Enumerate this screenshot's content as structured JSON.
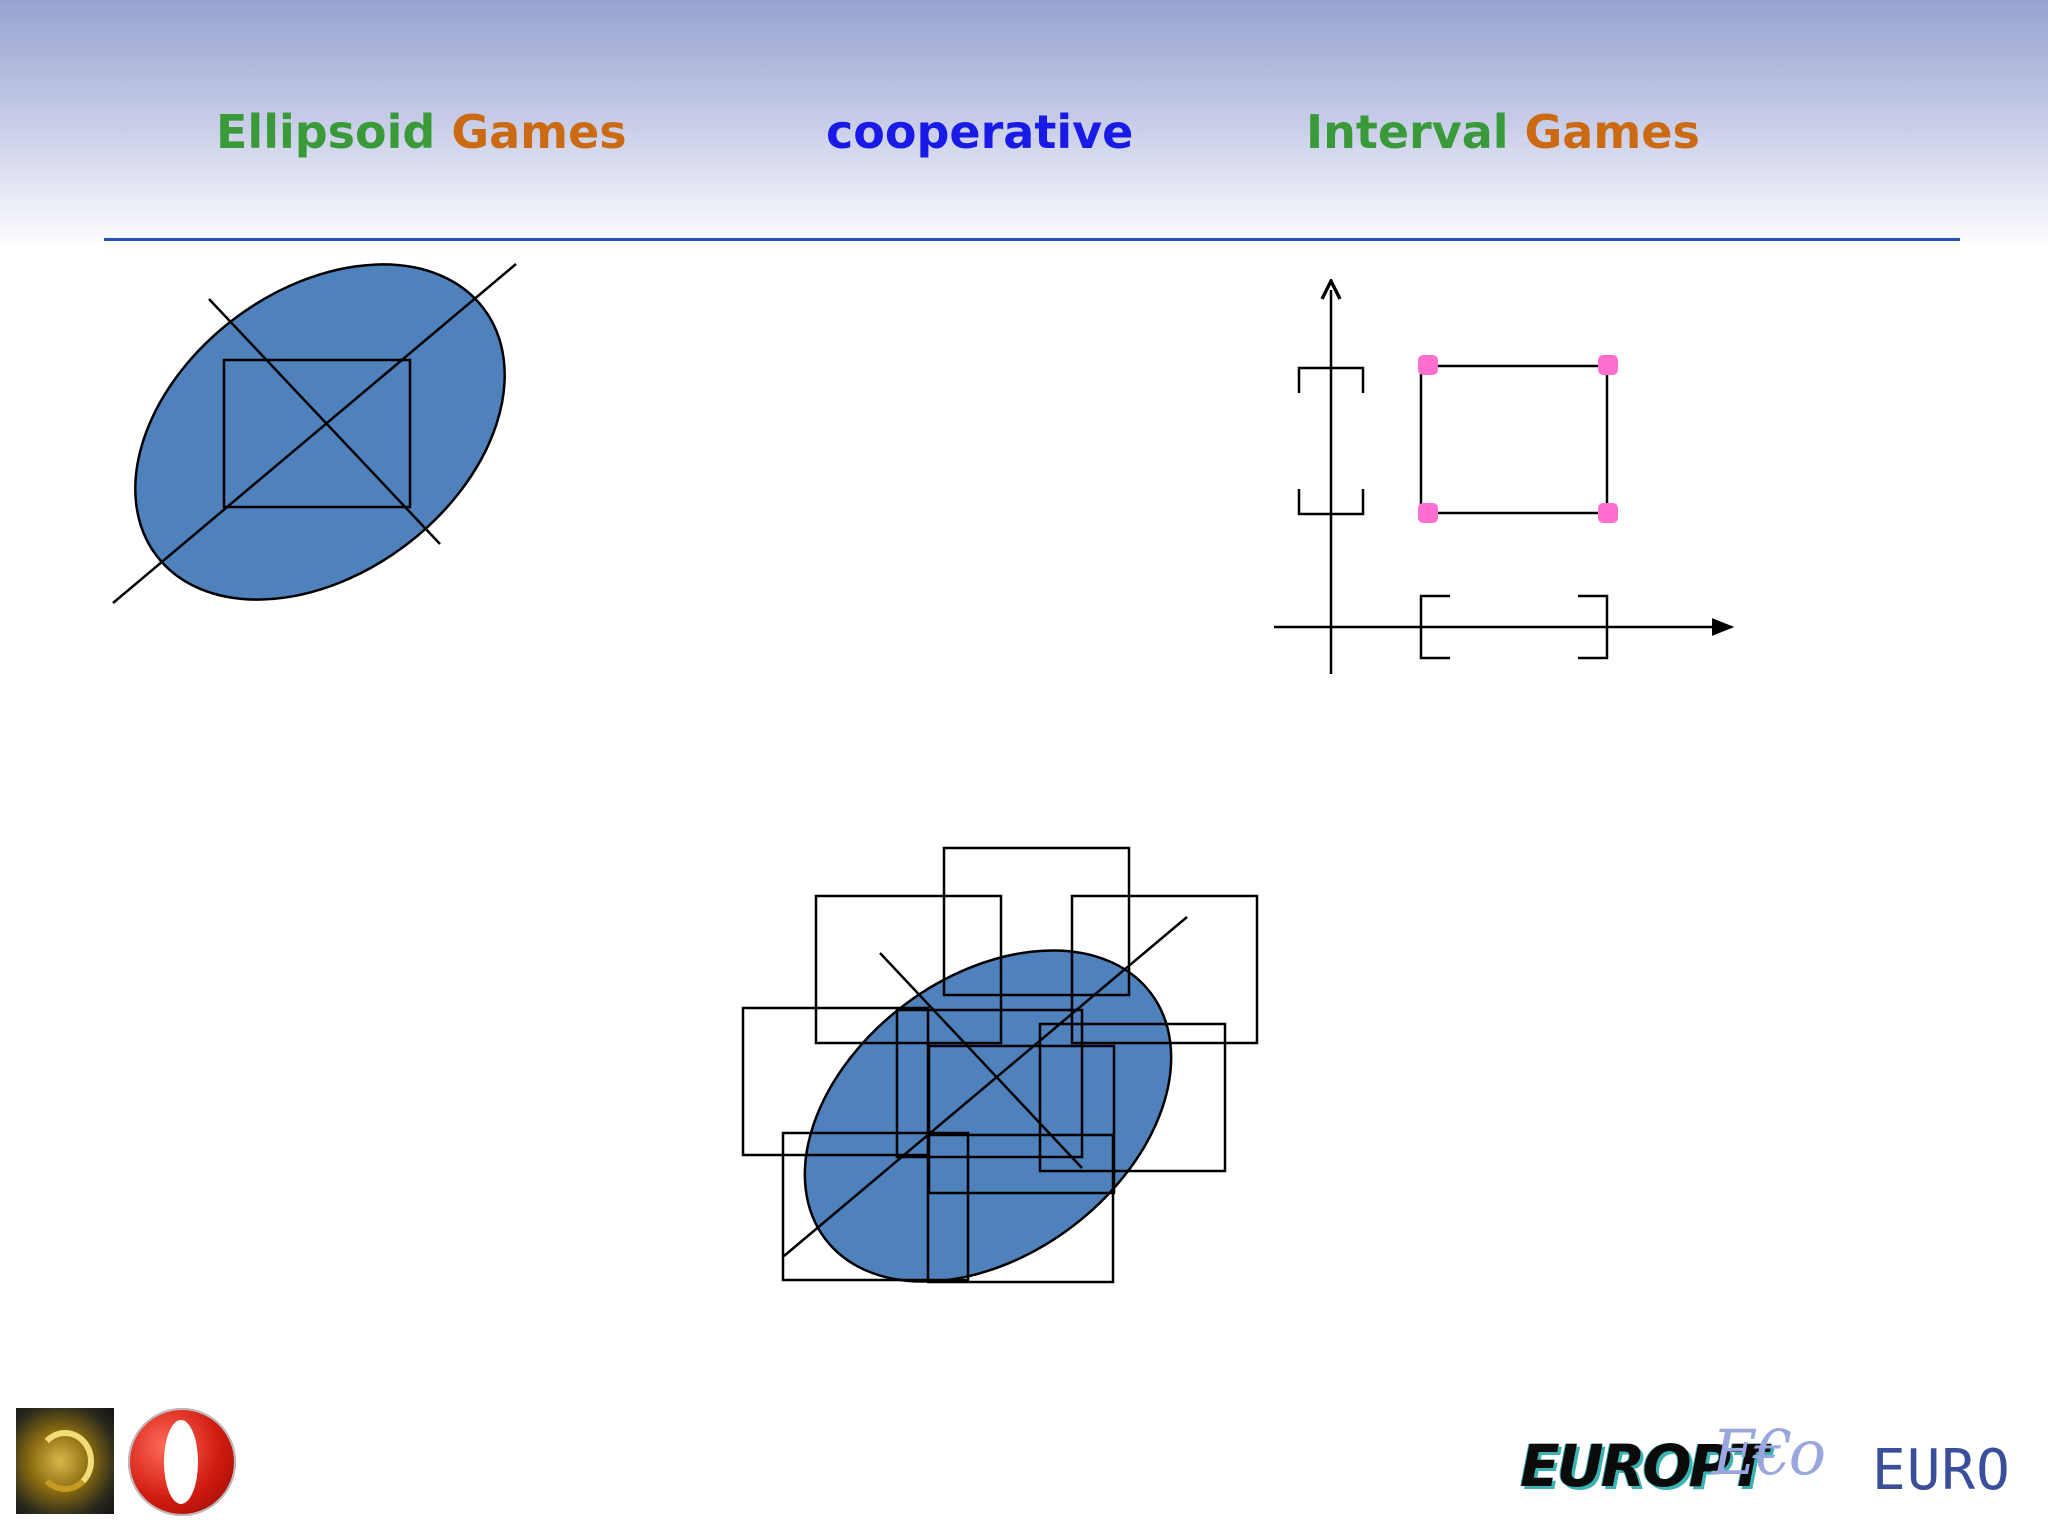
{
  "header": {
    "ellipsoid_word1": "Ellipsoid",
    "ellipsoid_word2": "Games",
    "middle": "cooperative",
    "interval_word1": "Interval",
    "interval_word2": "Games"
  },
  "colors": {
    "green": "#3a9a3a",
    "orange": "#cc6a14",
    "blue": "#1a1ae6",
    "ellipse_fill": "#4f81bd",
    "vertex_dot": "#ff6fcf",
    "rule": "#2a4fbf"
  },
  "footer": {
    "logo_europt": "EUROPT",
    "logo_eco": "E€o",
    "logo_euro": "EURO",
    "logo_left_icon": "golden-swirl-logo-icon",
    "logo_circle_icon": "red-white-circle-logo-icon"
  }
}
